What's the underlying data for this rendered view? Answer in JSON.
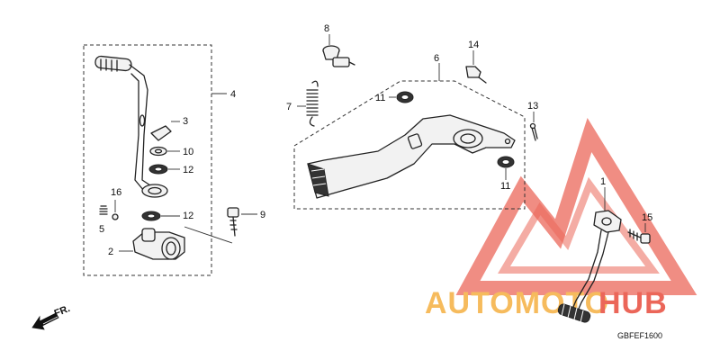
{
  "diagram": {
    "callouts": {
      "c1": "1",
      "c2": "2",
      "c3": "3",
      "c4": "4",
      "c5": "5",
      "c6": "6",
      "c7": "7",
      "c8": "8",
      "c9": "9",
      "c10": "10",
      "c11a": "11",
      "c11b": "11",
      "c12a": "12",
      "c12b": "12",
      "c13": "13",
      "c14": "14",
      "c15": "15",
      "c16": "16"
    },
    "direction_label": "FR.",
    "diagram_code": "GBFEF1600"
  },
  "watermark": {
    "text_part1": "AUTOMOTO",
    "text_part2": "HUB",
    "color_orange": "#f5b041",
    "color_red": "#e84c3d"
  }
}
